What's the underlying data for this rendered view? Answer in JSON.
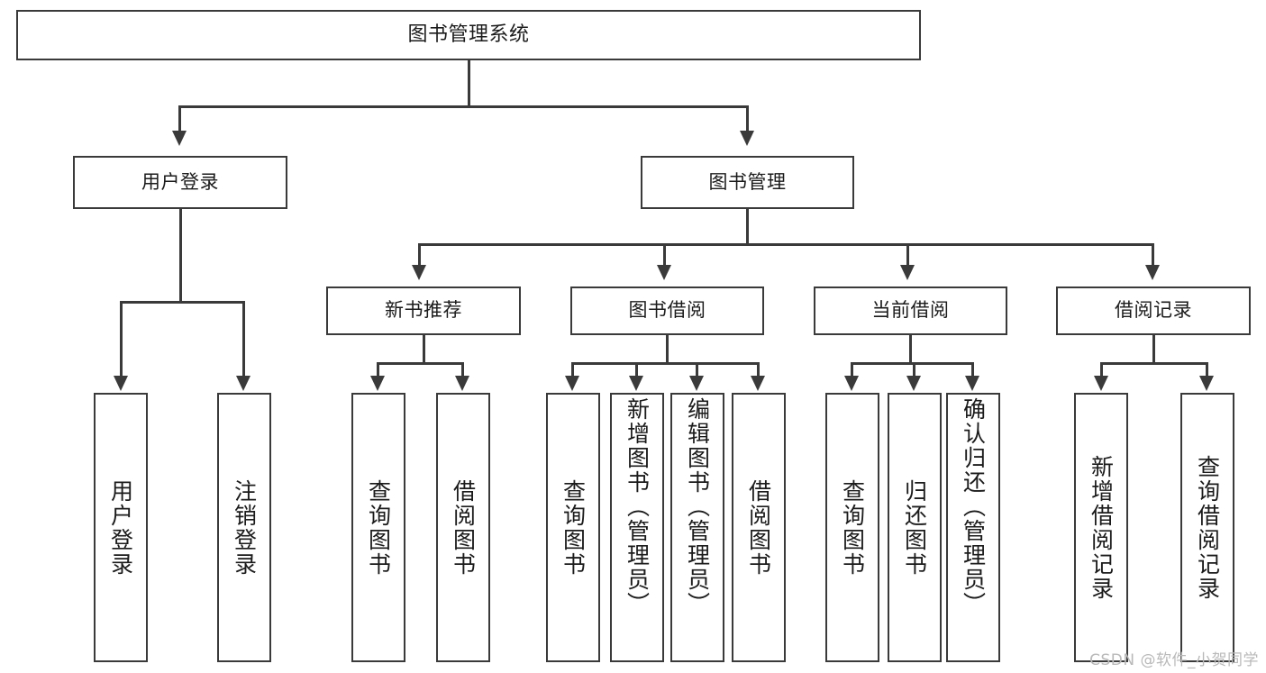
{
  "diagram": {
    "kind": "tree",
    "title": "图书管理系统",
    "watermark": "CSDN @软件_小贺同学",
    "colors": {
      "stroke": "#3a3a3a",
      "fill": "#ffffff",
      "text": "#1b1b1b",
      "watermark": "#b9b9b9",
      "background": "#ffffff"
    },
    "root": {
      "label": "图书管理系统"
    },
    "level1": [
      {
        "label": "用户登录"
      },
      {
        "label": "图书管理"
      }
    ],
    "level2": [
      {
        "label": "新书推荐"
      },
      {
        "label": "图书借阅"
      },
      {
        "label": "当前借阅"
      },
      {
        "label": "借阅记录"
      }
    ],
    "leaves": {
      "user_login": [
        {
          "label": "用户登录"
        },
        {
          "label": "注销登录"
        }
      ],
      "new_book": [
        {
          "label": "查询图书"
        },
        {
          "label": "借阅图书"
        }
      ],
      "book_borrow": [
        {
          "label": "查询图书"
        },
        {
          "label": "新增图书（管理员）"
        },
        {
          "label": "编辑图书（管理员）"
        },
        {
          "label": "借阅图书"
        }
      ],
      "current_borrow": [
        {
          "label": "查询图书"
        },
        {
          "label": "归还图书"
        },
        {
          "label": "确认归还（管理员）"
        }
      ],
      "borrow_record": [
        {
          "label": "新增借阅记录"
        },
        {
          "label": "查询借阅记录"
        }
      ]
    }
  }
}
